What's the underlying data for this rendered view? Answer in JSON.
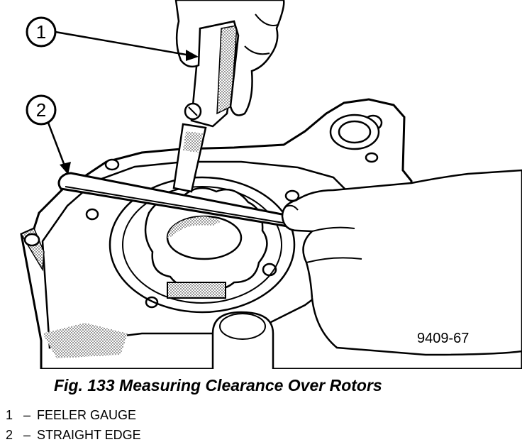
{
  "figure": {
    "callouts": [
      {
        "number": "1"
      },
      {
        "number": "2"
      }
    ],
    "image_id": "9409-67"
  },
  "caption": "Fig. 133 Measuring Clearance Over Rotors",
  "legend": [
    {
      "number": "1",
      "separator": "–",
      "label": "FEELER GAUGE"
    },
    {
      "number": "2",
      "separator": "–",
      "label": "STRAIGHT EDGE"
    }
  ]
}
